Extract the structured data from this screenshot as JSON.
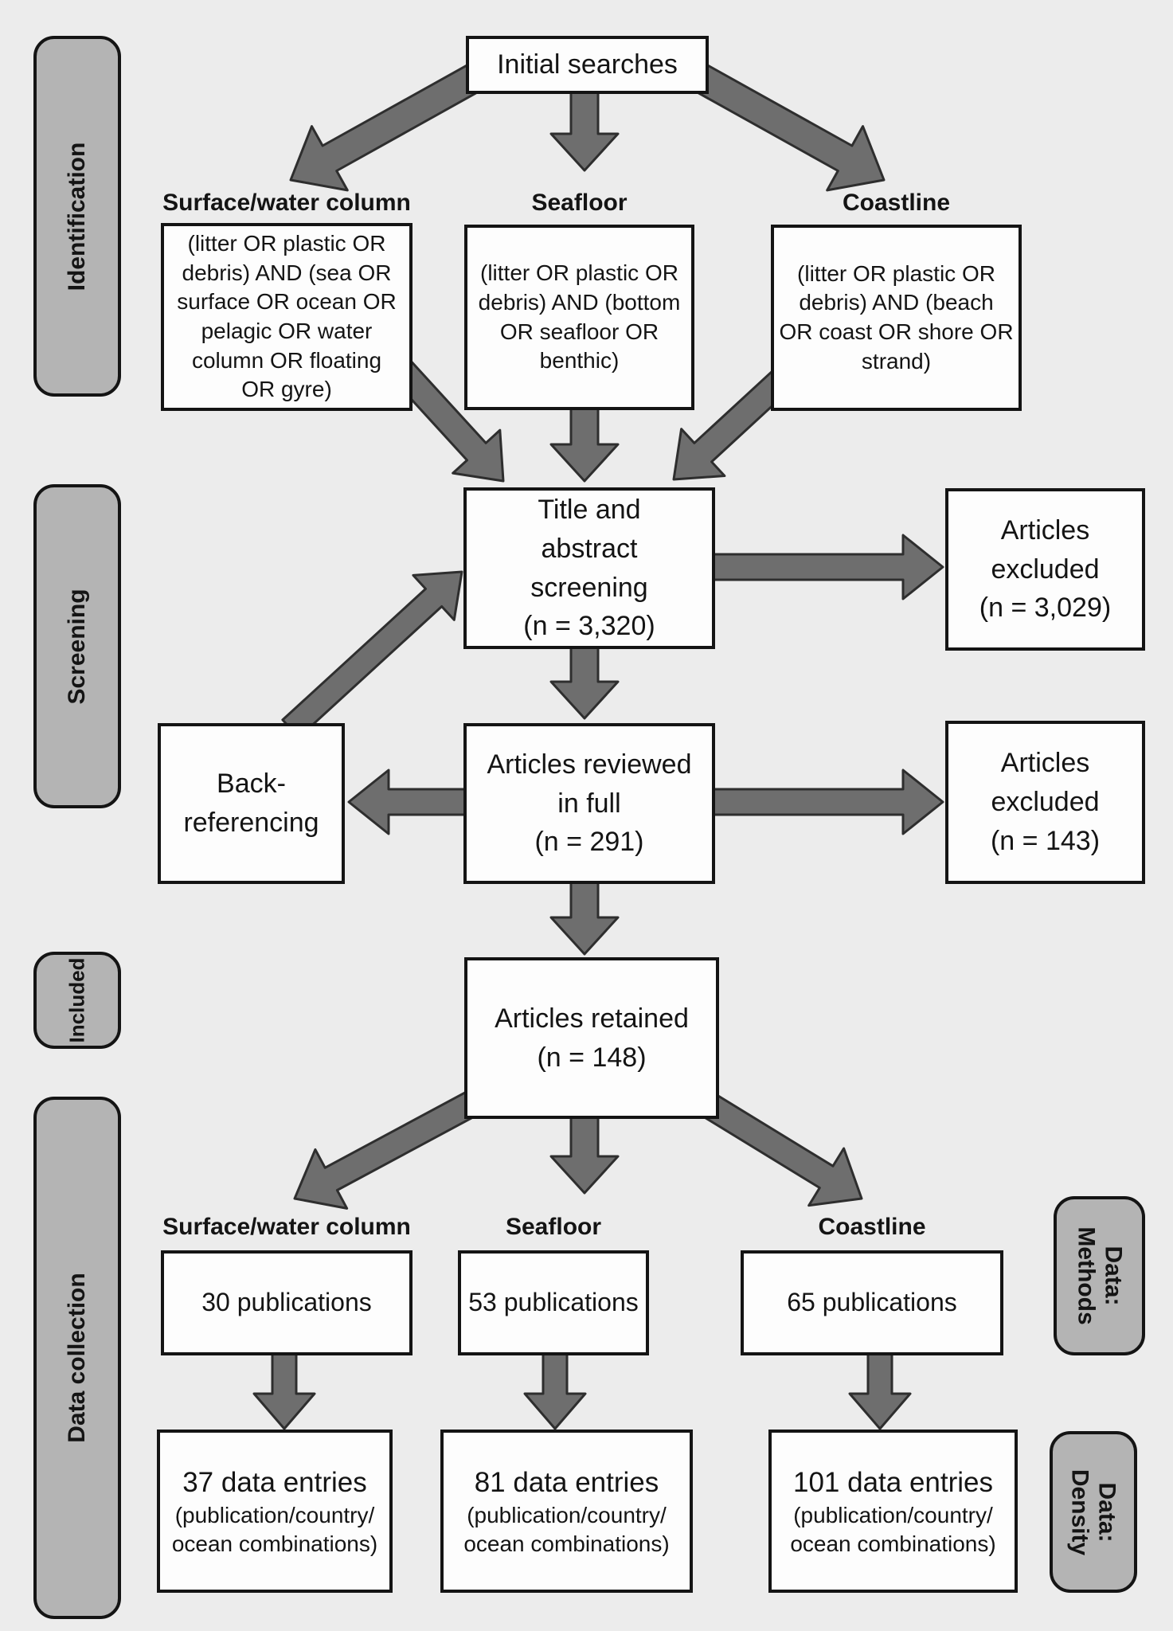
{
  "palette": {
    "bg": "#ececec",
    "box_fill": "#fdfdfd",
    "box_border": "#141414",
    "label_fill": "#b4b4b4",
    "arrow_fill": "#6e6e6e",
    "arrow_outline": "#2e2e2e",
    "text": "#141414"
  },
  "side_labels": {
    "identification": "Identification",
    "screening": "Screening",
    "included": "Included",
    "data_collection": "Data collection",
    "data_methods": "Data:\nMethods",
    "data_density": "Data:\nDensity"
  },
  "identification": {
    "initial_searches": "Initial searches",
    "columns": {
      "surface": {
        "heading": "Surface/water column",
        "terms": "(litter OR plastic OR\ndebris) AND (sea OR\nsurface OR ocean OR\npelagic OR water\ncolumn OR floating\nOR gyre)"
      },
      "seafloor": {
        "heading": "Seafloor",
        "terms": "(litter OR plastic OR\ndebris) AND (bottom\nOR seafloor OR\nbenthic)"
      },
      "coastline": {
        "heading": "Coastline",
        "terms": "(litter OR plastic OR\ndebris) AND (beach\nOR coast OR shore OR\nstrand)"
      }
    }
  },
  "screening": {
    "title_abstract": "Title and\nabstract\nscreening\n(n = 3,320)",
    "excluded_title": "Articles\nexcluded\n(n = 3,029)",
    "back_referencing": "Back-\nreferencing",
    "reviewed_full": "Articles reviewed\nin full\n(n = 291)",
    "excluded_full": "Articles\nexcluded\n(n = 143)"
  },
  "included": {
    "retained": "Articles retained\n(n = 148)"
  },
  "data_collection": {
    "columns": {
      "surface": {
        "heading": "Surface/water column",
        "publications": "30 publications",
        "entries": "37 data entries",
        "entries_note": "(publication/country/\nocean combinations)"
      },
      "seafloor": {
        "heading": "Seafloor",
        "publications": "53 publications",
        "entries": "81 data entries",
        "entries_note": "(publication/country/\nocean combinations)"
      },
      "coastline": {
        "heading": "Coastline",
        "publications": "65 publications",
        "entries": "101 data entries",
        "entries_note": "(publication/country/\nocean combinations)"
      }
    }
  }
}
